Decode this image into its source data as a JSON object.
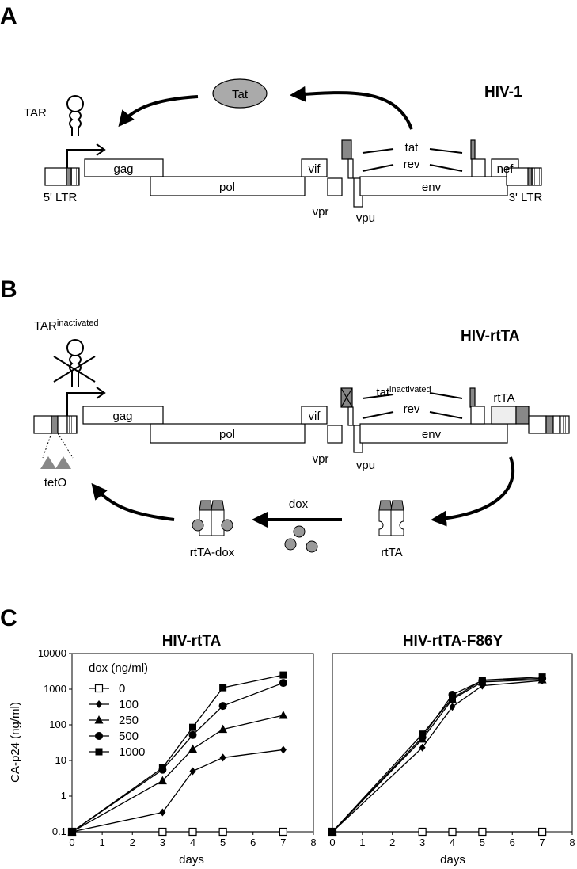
{
  "panels": {
    "a": "A",
    "b": "B",
    "c": "C"
  },
  "panel_a": {
    "title": "HIV-1",
    "tat_bubble": "Tat",
    "tar": "TAR",
    "genes": {
      "gag": "gag",
      "pol": "pol",
      "vif": "vif",
      "vpr": "vpr",
      "vpu": "vpu",
      "tat": "tat",
      "rev": "rev",
      "env": "env",
      "nef": "nef"
    },
    "ltr5": "5' LTR",
    "ltr3": "3' LTR"
  },
  "panel_b": {
    "title": "HIV-rtTA",
    "tar": "TAR",
    "tar_sup": "inactivated",
    "genes": {
      "gag": "gag",
      "pol": "pol",
      "vif": "vif",
      "vpr": "vpr",
      "vpu": "vpu",
      "tat": "tat",
      "tat_sup": "inactivated",
      "rev": "rev",
      "env": "env",
      "rtta": "rtTA"
    },
    "teto": "tetO",
    "dox": "dox",
    "rtta_dox": "rtTA-dox",
    "rtta": "rtTA"
  },
  "chart_data": [
    {
      "type": "line",
      "title": "HIV-rtTA",
      "xlabel": "days",
      "ylabel": "CA-p24 (ng/ml)",
      "yscale": "log",
      "xlim": [
        0,
        8
      ],
      "ylim": [
        0.1,
        10000
      ],
      "xticks": [
        "0",
        "1",
        "2",
        "3",
        "4",
        "5",
        "6",
        "7",
        "8"
      ],
      "yticks": [
        "0.1",
        "1",
        "10",
        "100",
        "1000",
        "10000"
      ],
      "legend_title": "dox (ng/ml)",
      "legend_position": "top-left",
      "series": [
        {
          "name": "0",
          "marker": "open-square",
          "x": [
            0,
            3,
            4,
            5,
            7
          ],
          "y": [
            0.1,
            0.1,
            0.1,
            0.1,
            0.1
          ]
        },
        {
          "name": "100",
          "marker": "diamond",
          "x": [
            0,
            3,
            4,
            5,
            7
          ],
          "y": [
            0.1,
            0.35,
            5,
            12,
            20
          ]
        },
        {
          "name": "250",
          "marker": "triangle",
          "x": [
            0,
            3,
            4,
            5,
            7
          ],
          "y": [
            0.1,
            2.7,
            21,
            75,
            185
          ]
        },
        {
          "name": "500",
          "marker": "circle",
          "x": [
            0,
            3,
            4,
            5,
            7
          ],
          "y": [
            0.1,
            5.5,
            52,
            340,
            1500
          ]
        },
        {
          "name": "1000",
          "marker": "square",
          "x": [
            0,
            3,
            4,
            5,
            7
          ],
          "y": [
            0.1,
            6.2,
            85,
            1100,
            2500
          ]
        }
      ]
    },
    {
      "type": "line",
      "title": "HIV-rtTA-F86Y",
      "xlabel": "days",
      "yscale": "log",
      "xlim": [
        0,
        8
      ],
      "ylim": [
        0.1,
        10000
      ],
      "xticks": [
        "0",
        "1",
        "2",
        "3",
        "4",
        "5",
        "6",
        "7",
        "8"
      ],
      "series": [
        {
          "name": "0",
          "marker": "open-square",
          "x": [
            0,
            3,
            4,
            5,
            7
          ],
          "y": [
            0.1,
            0.1,
            0.1,
            0.1,
            0.1
          ]
        },
        {
          "name": "100",
          "marker": "diamond",
          "x": [
            0,
            3,
            4,
            5,
            7
          ],
          "y": [
            0.1,
            23,
            320,
            1250,
            1750
          ]
        },
        {
          "name": "250",
          "marker": "triangle",
          "x": [
            0,
            3,
            4,
            5,
            7
          ],
          "y": [
            0.1,
            40,
            520,
            1600,
            1850
          ]
        },
        {
          "name": "500",
          "marker": "circle",
          "x": [
            0,
            3,
            4,
            5,
            7
          ],
          "y": [
            0.1,
            45,
            700,
            1750,
            2000
          ]
        },
        {
          "name": "1000",
          "marker": "square",
          "x": [
            0,
            3,
            4,
            5,
            7
          ],
          "y": [
            0.1,
            55,
            560,
            1800,
            2200
          ]
        }
      ]
    }
  ]
}
